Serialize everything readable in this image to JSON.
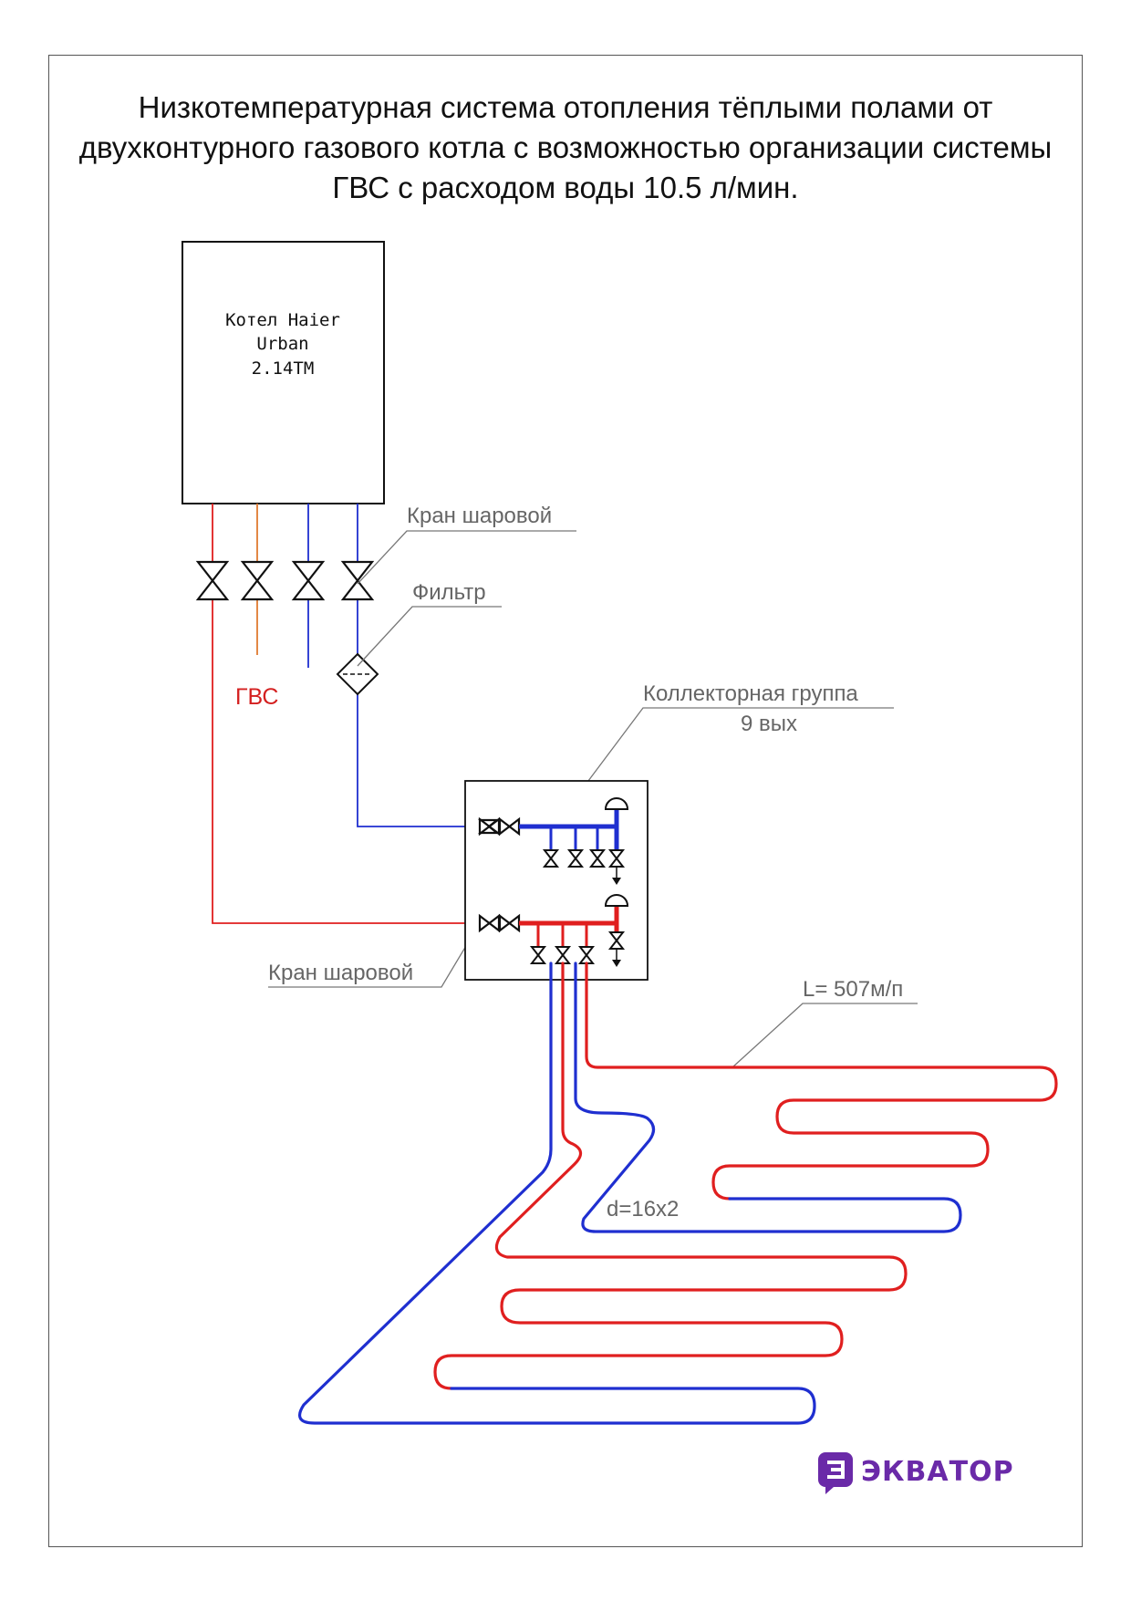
{
  "title": "Низкотемпературная система отопления тёплыми полами от двухконтурного газового котла с возможностью организации системы ГВС с расходом воды 10.5 л/мин.",
  "boiler": {
    "line1": "Котел Haier",
    "line2": "Urban",
    "line3": "2.14TM"
  },
  "labels": {
    "ball_valve_top": "Кран шаровой",
    "filter": "Фильтр",
    "gvs": "ГВС",
    "manifold_line1": "Коллекторная группа",
    "manifold_line2": "9 вых",
    "ball_valve_bottom": "Кран шаровой",
    "loop_length": "L= 507м/п",
    "pipe_diameter": "d=16x2"
  },
  "brand": {
    "name": "ЭКВАТОР",
    "color": "#6a2aa8"
  },
  "colors": {
    "supply": "#e01f1f",
    "return": "#1f2fd0",
    "dhw": "#e07a30",
    "leader": "#777777"
  }
}
